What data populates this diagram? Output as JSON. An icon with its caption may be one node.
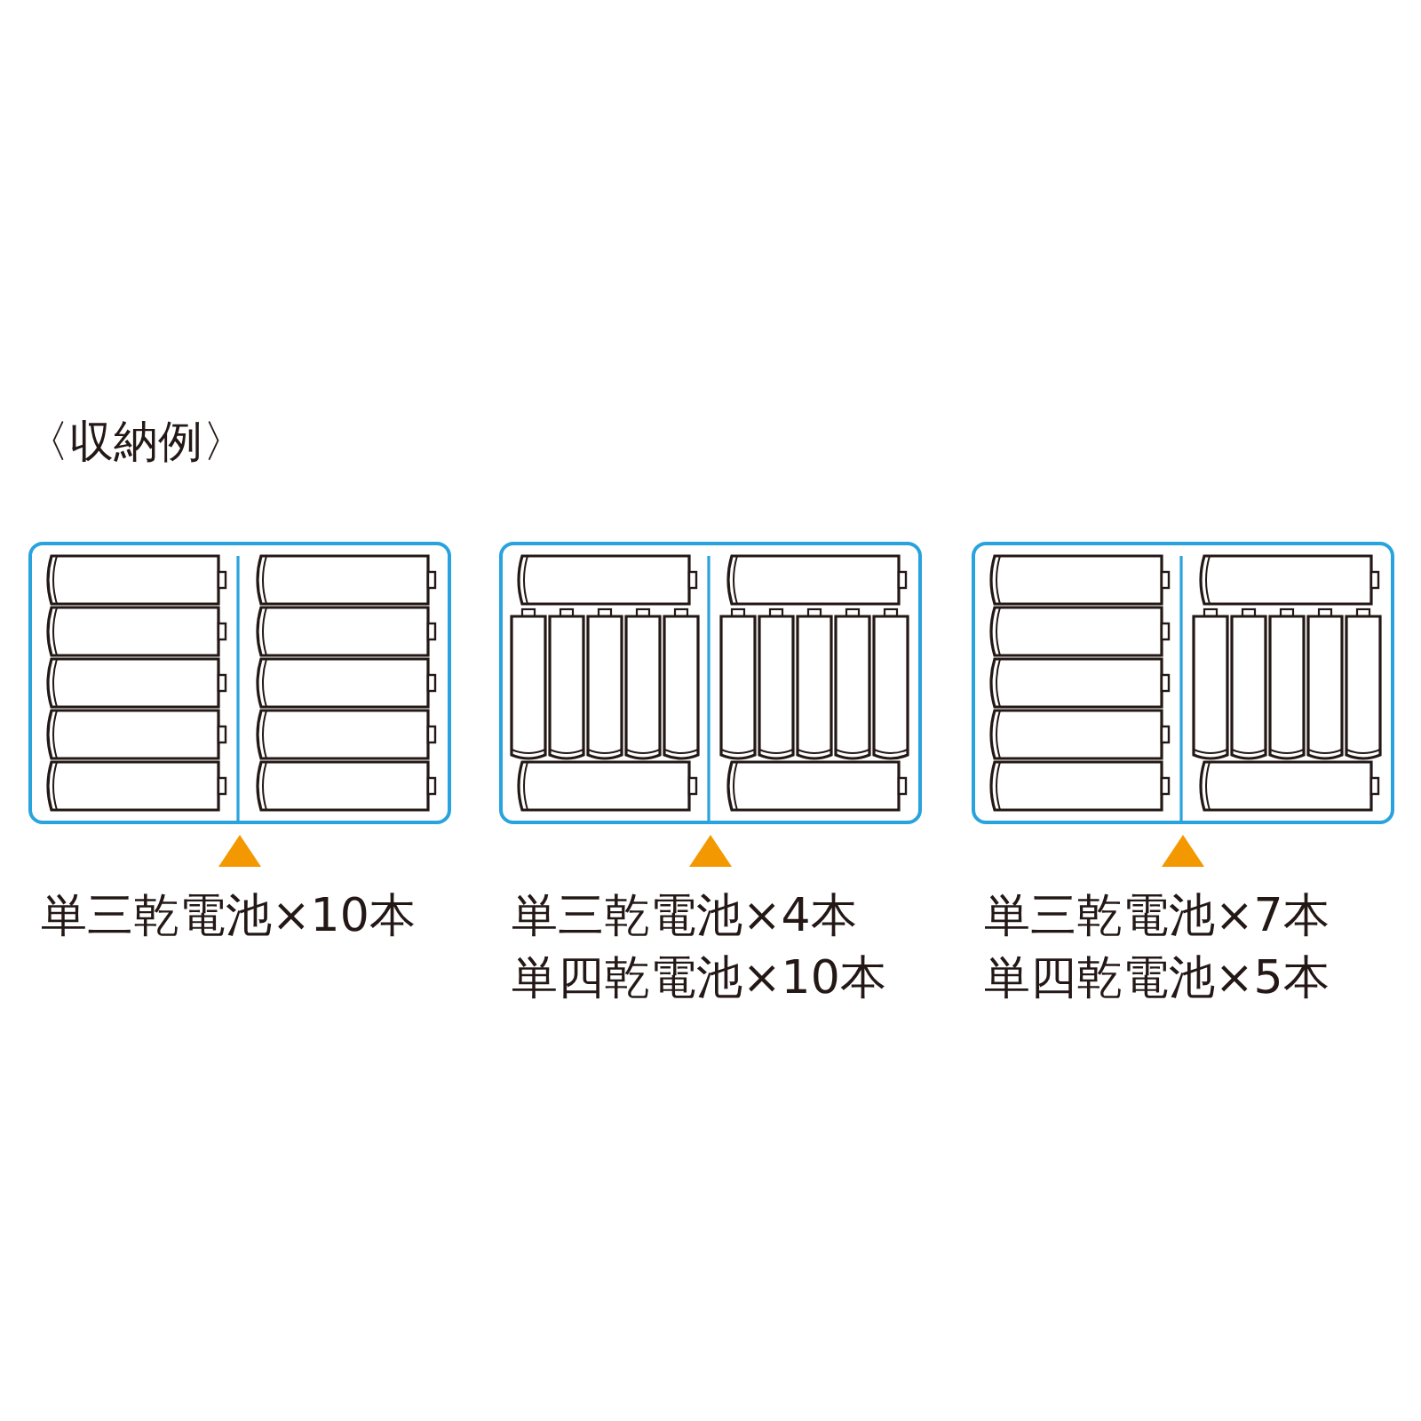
{
  "diagram": {
    "title": "〈収納例〉",
    "nodes": [
      {
        "text": [],
        "shape": "box",
        "beside": [
          "単三乾電池×10本"
        ]
      },
      {
        "text": [],
        "shape": "box",
        "beside": [
          "単三乾電池×4本",
          "単四乾電池×10本"
        ]
      },
      {
        "text": [],
        "shape": "box",
        "beside": [
          "単三乾電池×7本",
          "単四乾電池×5本"
        ]
      }
    ]
  }
}
